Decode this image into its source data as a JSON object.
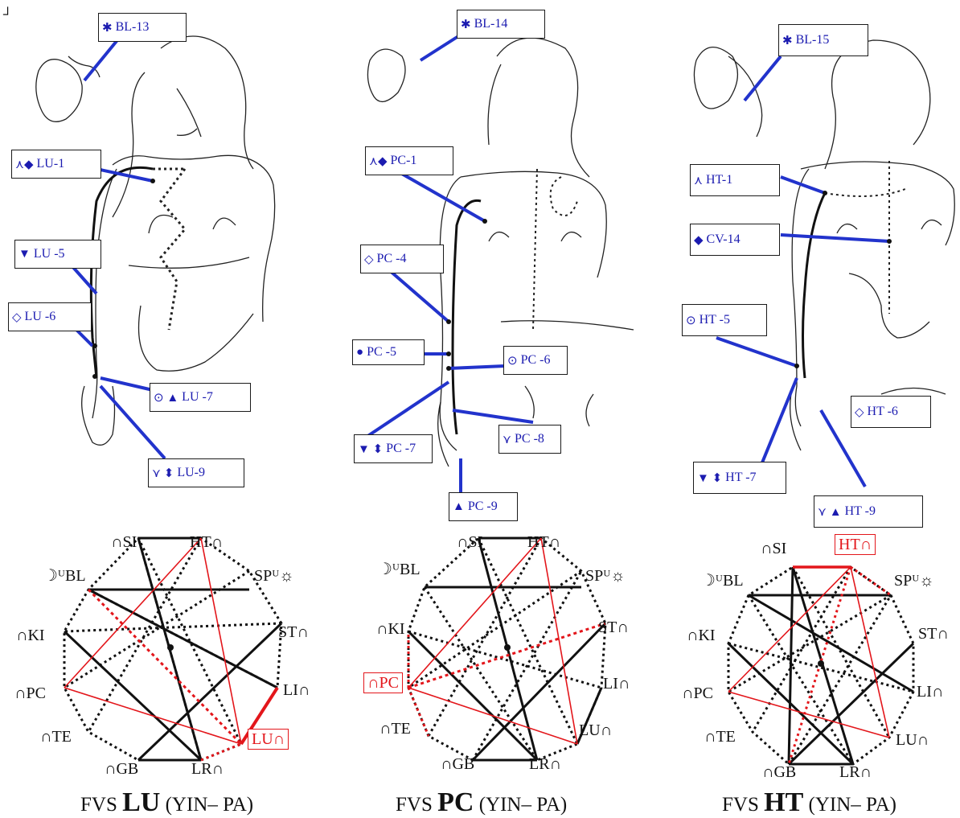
{
  "corner_mark": "┘",
  "panels": [
    {
      "id": "lu",
      "labels": {
        "bl": {
          "sym": "✱",
          "text": "BL-13"
        },
        "p1": {
          "sym": "⋏◆",
          "text": "LU-1"
        },
        "p2": {
          "sym": "▼",
          "text": "LU -5"
        },
        "p3": {
          "sym": "◇",
          "text": "LU -6"
        },
        "p4": {
          "sym": "⊙ ▲",
          "text": "LU -7"
        },
        "p5": {
          "sym": "⋎ ⬍",
          "text": "LU-9"
        }
      },
      "wheel": {
        "si": "∩SI",
        "ht": "HT∩",
        "sp": "SPᵁ☼",
        "st": "ST∩",
        "li": "LI∩",
        "lu": "LU∩",
        "lr": "LR∩",
        "gb": "∩GB",
        "te": "∩TE",
        "pc": "∩PC",
        "ki": "∩KI",
        "bl": "☽ᵁBL"
      },
      "caption": {
        "prefix": "FVS ",
        "code": "LU",
        "suffix": " (YIN– PA)"
      }
    },
    {
      "id": "pc",
      "labels": {
        "bl": {
          "sym": "✱",
          "text": "BL-14"
        },
        "p1": {
          "sym": "⋏◆",
          "text": "PC-1"
        },
        "p2": {
          "sym": "◇",
          "text": "PC -4"
        },
        "p3": {
          "sym": "●",
          "text": "PC -5"
        },
        "p4": {
          "sym": "⊙",
          "text": "PC -6"
        },
        "p5": {
          "sym": "▼ ⬍",
          "text": "PC -7"
        },
        "p6": {
          "sym": "⋎",
          "text": "PC -8"
        },
        "p7": {
          "sym": "▲",
          "text": "PC -9"
        }
      },
      "wheel": {
        "si": "∩SI",
        "ht": "HT∩",
        "sp": "SPᵁ☼",
        "st": "ST∩",
        "li": "LI∩",
        "lu": "LU∩",
        "lr": "LR∩",
        "gb": "∩GB",
        "te": "∩TE",
        "pc": "∩PC",
        "ki": "∩KI",
        "bl": "☽ᵁBL"
      },
      "caption": {
        "prefix": "FVS ",
        "code": "PC",
        "suffix": " (YIN– PA)"
      }
    },
    {
      "id": "ht",
      "labels": {
        "bl": {
          "sym": "✱",
          "text": "BL-15"
        },
        "p1": {
          "sym": "⋏",
          "text": "HT-1"
        },
        "p2": {
          "sym": "◆",
          "text": "CV-14"
        },
        "p3": {
          "sym": "⊙",
          "text": "HT -5"
        },
        "p4": {
          "sym": "◇",
          "text": "HT -6"
        },
        "p5": {
          "sym": "▼ ⬍",
          "text": "HT -7"
        },
        "p6": {
          "sym": "⋎ ▲",
          "text": "HT -9"
        }
      },
      "wheel": {
        "si": "∩SI",
        "ht": "HT∩",
        "sp": "SPᵁ☼",
        "st": "ST∩",
        "li": "LI∩",
        "lu": "LU∩",
        "lr": "LR∩",
        "gb": "∩GB",
        "te": "∩TE",
        "pc": "∩PC",
        "ki": "∩KI",
        "bl": "☽ᵁBL"
      },
      "caption": {
        "prefix": "FVS ",
        "code": "HT",
        "suffix": " (YIN– PA)"
      }
    }
  ],
  "colors": {
    "label_text": "#1b1bb0",
    "arrow": "#2233cc",
    "highlight": "#e3161b",
    "line": "#111111"
  }
}
